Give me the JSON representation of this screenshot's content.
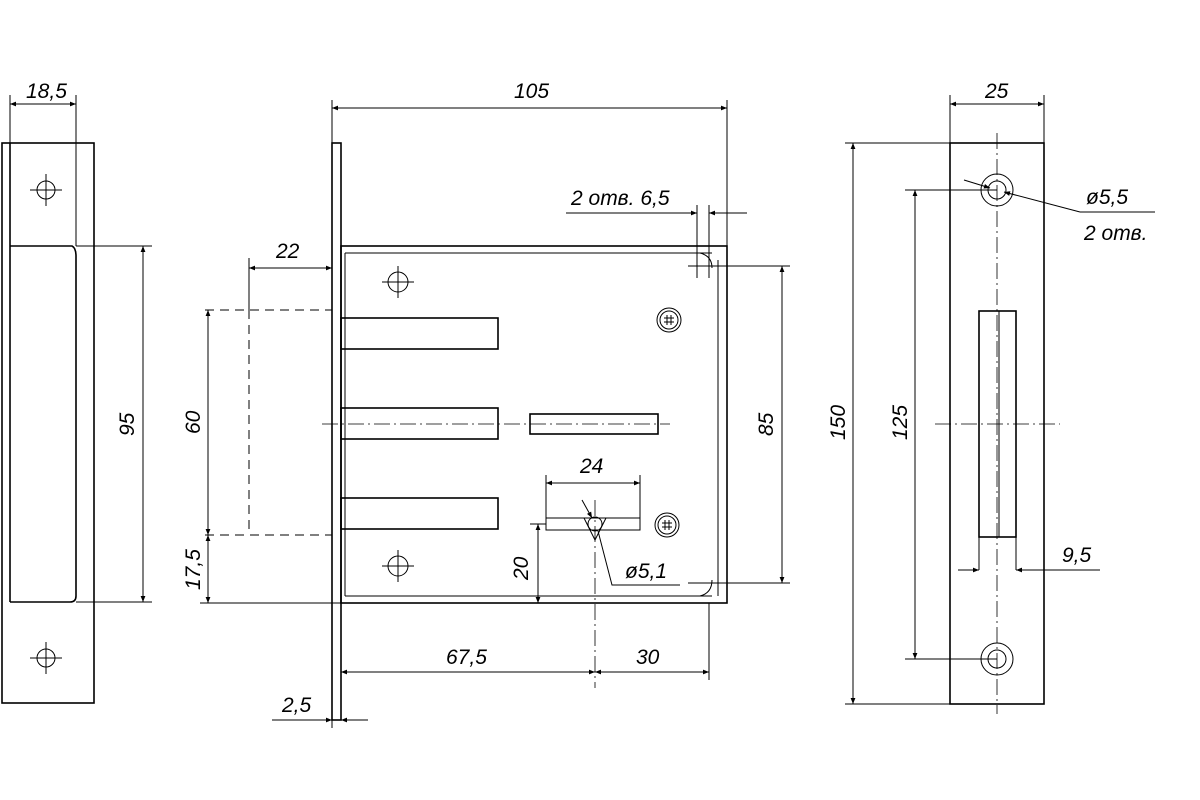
{
  "dimensions": {
    "left_width": "18,5",
    "main_width": "105",
    "right_width": "25",
    "holes_spec": "2 отв. 6,5",
    "backset": "22",
    "left_height": "95",
    "bolt_span": "60",
    "bottom_offset": "17,5",
    "case_height": "85",
    "key_width": "24",
    "key_height": "20",
    "key_hole": "ø5,1",
    "base_to_key": "67,5",
    "key_to_edge": "30",
    "plate_thickness": "2,5",
    "strike_height": "150",
    "strike_hole_span": "125",
    "strike_hole": "ø5,5",
    "strike_hole_count": "2 отв.",
    "strike_slot": "9,5"
  }
}
